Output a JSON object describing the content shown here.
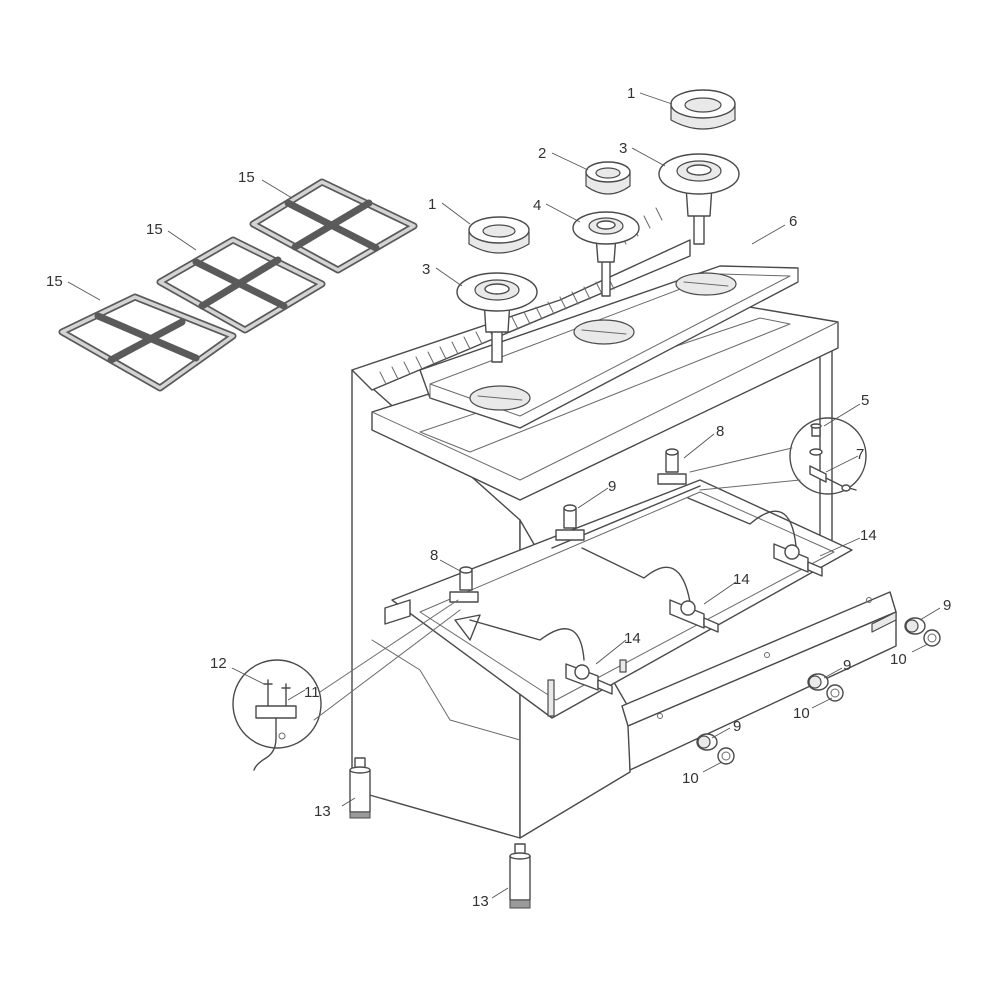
{
  "labels": {
    "burner_cap_large": "1",
    "burner_cap_small": "2",
    "burner_body_large": "3",
    "burner_body_small": "4",
    "thermocouple_nut": "5",
    "drip_tray": "6",
    "connector": "7",
    "pilot_bracket": "8",
    "knob": "9",
    "knob_bezel": "10",
    "thermocouple": "11",
    "ignition_electrode": "12",
    "leg": "13",
    "gas_valve": "14",
    "pan_support": "15"
  },
  "colors": {
    "line": "#4a4a4a",
    "grate": "#5a5a5a",
    "background": "#ffffff"
  }
}
